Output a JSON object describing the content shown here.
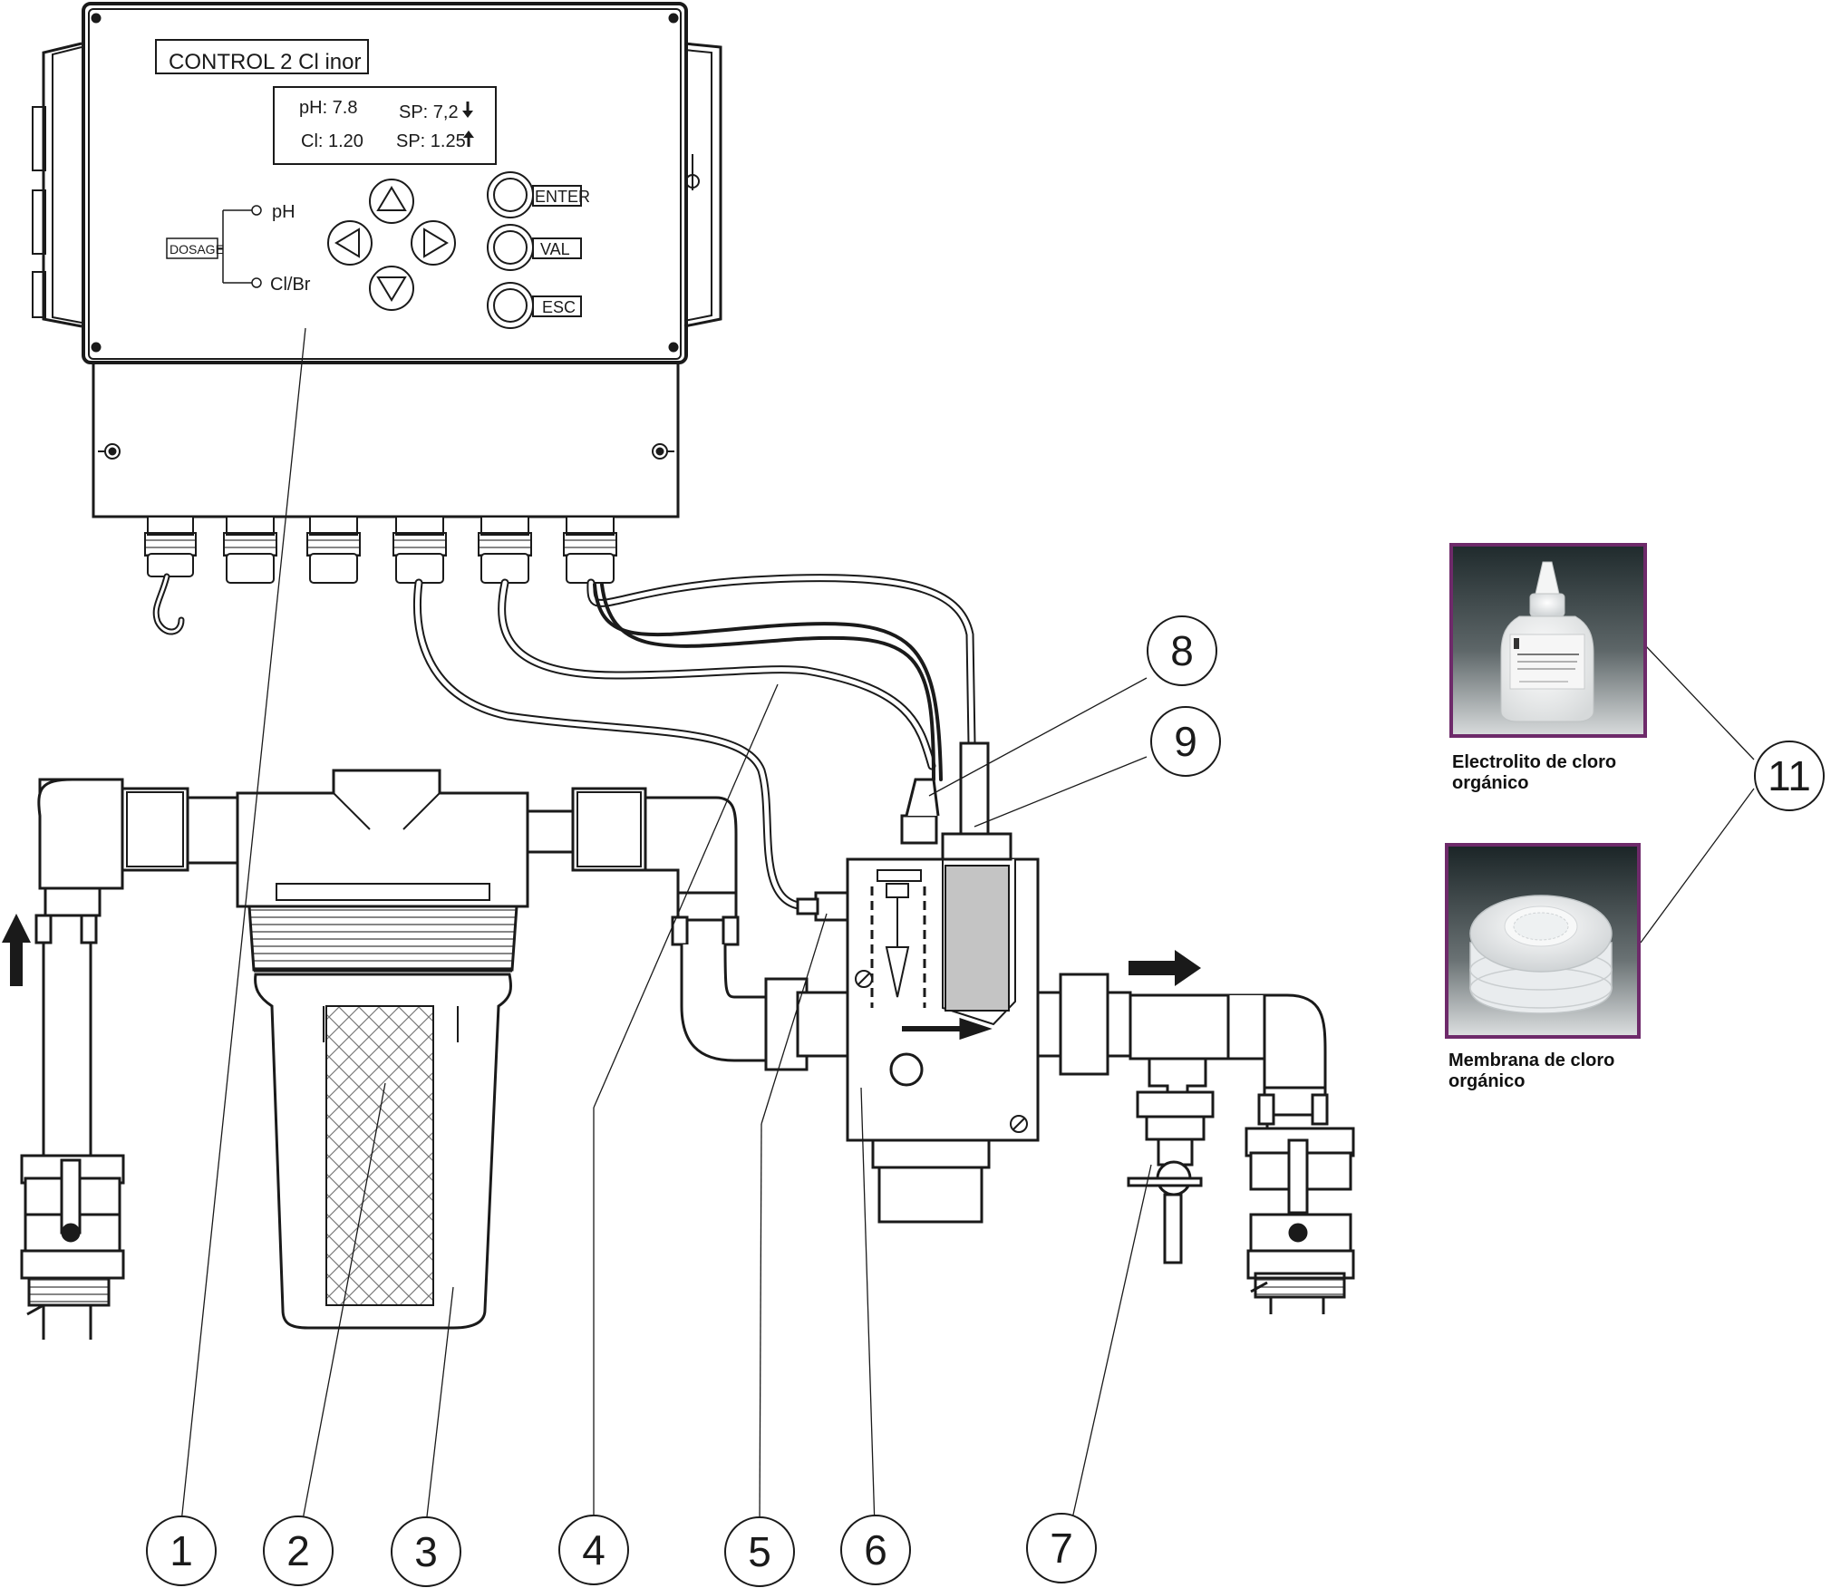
{
  "controller": {
    "model_label": "CONTROL 2 Cl inor",
    "display": {
      "line1_left": "pH: 7.8",
      "line1_right": "SP: 7,2",
      "line2_left": "Cl: 1.20",
      "line2_right": "SP: 1.25"
    },
    "dosage": {
      "label": "DOSAGE",
      "led1": "pH",
      "led2": "Cl/Br"
    },
    "buttons": {
      "enter": "ENTER",
      "val": "VAL",
      "esc": "ESC"
    }
  },
  "callouts": [
    "1",
    "2",
    "3",
    "4",
    "5",
    "6",
    "7",
    "8",
    "9",
    "11"
  ],
  "photos": [
    {
      "caption_line1": "Electrolito de cloro",
      "caption_line2": "orgánico"
    },
    {
      "caption_line1": "Membrana de cloro",
      "caption_line2": "orgánico"
    }
  ],
  "colors": {
    "line": "#1a1a1a",
    "photo_frame": "#6e2a6a",
    "photo_bg_top": "#1f2a2c",
    "photo_bg_bottom": "#d9dcdd",
    "cell_window": "#c4c4c4"
  }
}
